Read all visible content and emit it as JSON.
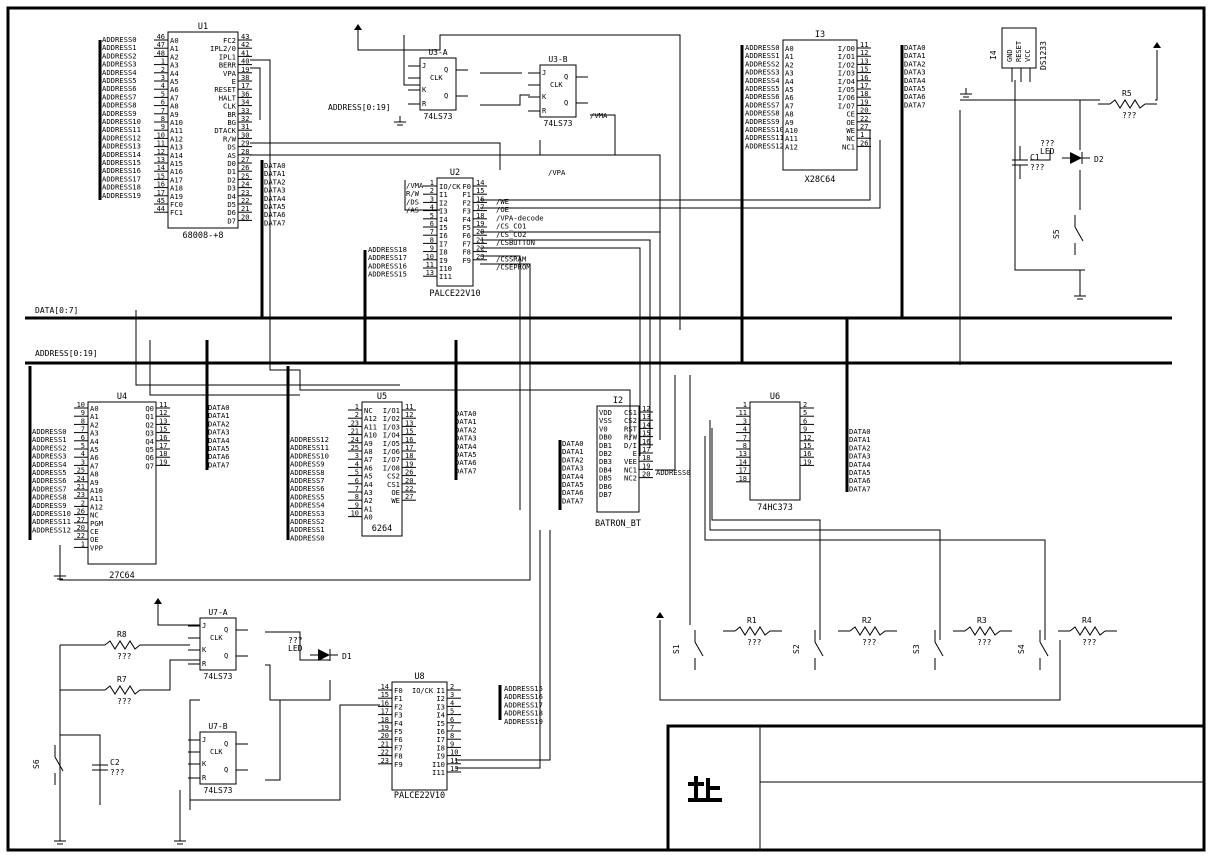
{
  "buses": {
    "data": "DATA[0:7]",
    "address": "ADDRESS[0:19]",
    "address_small": "ADDRESS[0:19]"
  },
  "chips": {
    "u1": {
      "ref": "U1",
      "part": "68008-+8",
      "left": [
        "A0",
        "A1",
        "A2",
        "A3",
        "A4",
        "A5",
        "A6",
        "A7",
        "A8",
        "A9",
        "A10",
        "A11",
        "A12",
        "A13",
        "A14",
        "A15",
        "A16",
        "A17",
        "A18",
        "A19",
        "FC0",
        "FC1"
      ],
      "left_pins": [
        "46",
        "47",
        "48",
        "1",
        "2",
        "3",
        "4",
        "5",
        "6",
        "7",
        "8",
        "9",
        "10",
        "11",
        "12",
        "13",
        "14",
        "15",
        "16",
        "17",
        "45",
        "44"
      ],
      "right": [
        "FC2",
        "IPL2/0",
        "IPL1",
        "BERR",
        "VPA",
        "E",
        "RESET",
        "HALT",
        "CLK",
        "BR",
        "BG",
        "DTACK",
        "R/W",
        "DS",
        "AS",
        "D0",
        "D1",
        "D2",
        "D3",
        "D4",
        "D5",
        "D6",
        "D7"
      ],
      "right_pins": [
        "43",
        "42",
        "41",
        "40",
        "19",
        "38",
        "17",
        "36",
        "34",
        "33",
        "32",
        "31",
        "30",
        "29",
        "28",
        "27",
        "26",
        "25",
        "24",
        "23",
        "22",
        "21",
        "20"
      ]
    },
    "u2": {
      "ref": "U2",
      "part": "PALCE22V10",
      "left": [
        "IO/CK",
        "I1",
        "I2",
        "I3",
        "I4",
        "I5",
        "I6",
        "I7",
        "I8",
        "I9",
        "I10",
        "I11"
      ],
      "left_pins": [
        "1",
        "2",
        "3",
        "4",
        "5",
        "6",
        "7",
        "8",
        "9",
        "10",
        "11",
        "13"
      ],
      "right": [
        "F0",
        "F1",
        "F2",
        "F3",
        "F4",
        "F5",
        "F6",
        "F7",
        "F8",
        "F9"
      ],
      "right_pins": [
        "14",
        "15",
        "16",
        "17",
        "18",
        "19",
        "20",
        "21",
        "22",
        "23"
      ]
    },
    "u3a": {
      "ref": "U3-A",
      "part": "74LS73",
      "pins": [
        "J",
        "CLK",
        "K",
        "R",
        "Q",
        "Q"
      ]
    },
    "u3b": {
      "ref": "U3-B",
      "part": "74LS73",
      "pins": [
        "J",
        "CLK",
        "K",
        "R",
        "Q",
        "Q"
      ]
    },
    "i3": {
      "ref": "I3",
      "part": "X28C64",
      "left": [
        "A0",
        "A1",
        "A2",
        "A3",
        "A4",
        "A5",
        "A6",
        "A7",
        "A8",
        "A9",
        "A10",
        "A11",
        "A12"
      ],
      "right": [
        "I/O0",
        "I/O1",
        "I/O2",
        "I/O3",
        "I/O4",
        "I/O5",
        "I/O6",
        "I/O7",
        "CE",
        "OE",
        "WE",
        "NC",
        "NC1"
      ],
      "right_pins": [
        "11",
        "12",
        "13",
        "15",
        "16",
        "17",
        "18",
        "19",
        "20",
        "22",
        "27",
        "1",
        "26"
      ]
    },
    "i4": {
      "ref": "I4",
      "part": "DS1233",
      "pins": [
        "GND",
        "RESET",
        "VCC"
      ]
    },
    "u4": {
      "ref": "U4",
      "part": "27C64",
      "left": [
        "A0",
        "A1",
        "A2",
        "A3",
        "A4",
        "A5",
        "A6",
        "A7",
        "A8",
        "A9",
        "A10",
        "A11",
        "A12",
        "NC",
        "PGM",
        "CE",
        "OE",
        "VPP"
      ],
      "left_pins": [
        "10",
        "9",
        "8",
        "7",
        "6",
        "5",
        "4",
        "3",
        "25",
        "24",
        "21",
        "23",
        "2",
        "26",
        "27",
        "20",
        "22",
        "1"
      ],
      "right": [
        "Q0",
        "Q1",
        "Q2",
        "Q3",
        "Q4",
        "Q5",
        "Q6",
        "Q7"
      ],
      "right_pins": [
        "11",
        "12",
        "13",
        "15",
        "16",
        "17",
        "18",
        "19"
      ]
    },
    "u5": {
      "ref": "U5",
      "part": "6264",
      "left": [
        "NC",
        "A12",
        "A11",
        "A10",
        "A9",
        "A8",
        "A7",
        "A6",
        "A5",
        "A4",
        "A3",
        "A2",
        "A1",
        "A0"
      ],
      "left_pins": [
        "1",
        "2",
        "23",
        "21",
        "24",
        "25",
        "3",
        "4",
        "5",
        "6",
        "7",
        "8",
        "9",
        "10"
      ],
      "right": [
        "I/O1",
        "I/O2",
        "I/O3",
        "I/O4",
        "I/O5",
        "I/O6",
        "I/O7",
        "I/O8",
        "CS2",
        "CS1",
        "OE",
        "WE"
      ],
      "right_pins": [
        "11",
        "12",
        "13",
        "15",
        "16",
        "17",
        "18",
        "19",
        "26",
        "20",
        "22",
        "27"
      ]
    },
    "i2": {
      "ref": "I2",
      "part": "BATRON_BT",
      "left": [
        "VDD",
        "VSS",
        "V0",
        "DB0",
        "DB1",
        "DB2",
        "DB3",
        "DB4",
        "DB5",
        "DB6",
        "DB7"
      ],
      "right": [
        "CS1",
        "CS2",
        "RST",
        "R/W",
        "D/I",
        "E",
        "VEE",
        "NC1",
        "NC2"
      ],
      "right_pins": [
        "12",
        "13",
        "14",
        "15",
        "16",
        "17",
        "18",
        "19",
        "20"
      ]
    },
    "u6": {
      "ref": "U6",
      "part": "74HC373",
      "left_pins": [
        "1",
        "11",
        "3",
        "4",
        "7",
        "8",
        "13",
        "14",
        "17",
        "18"
      ],
      "right_pins": [
        "2",
        "5",
        "6",
        "9",
        "12",
        "15",
        "16",
        "19"
      ]
    },
    "u7a": {
      "ref": "U7-A",
      "part": "74LS73",
      "pins": [
        "J",
        "CLK",
        "K",
        "R",
        "Q",
        "Q"
      ]
    },
    "u7b": {
      "ref": "U7-B",
      "part": "74LS73",
      "pins": [
        "J",
        "CLK",
        "K",
        "R",
        "Q",
        "Q"
      ]
    },
    "u8": {
      "ref": "U8",
      "part": "PALCE22V10",
      "left": [
        "F0",
        "F1",
        "F2",
        "F3",
        "F4",
        "F5",
        "F6",
        "F7",
        "F8",
        "F9"
      ],
      "left_pins": [
        "14",
        "15",
        "16",
        "17",
        "18",
        "19",
        "20",
        "21",
        "22",
        "23"
      ],
      "right": [
        "I1",
        "I2",
        "I3",
        "I4",
        "I5",
        "I6",
        "I7",
        "I8",
        "I9",
        "I10",
        "I11"
      ],
      "right_pins": [
        "2",
        "3",
        "4",
        "5",
        "6",
        "7",
        "8",
        "9",
        "10",
        "11",
        "13"
      ],
      "top": "IO/CK"
    }
  },
  "nets": {
    "address": [
      "ADDRESS0",
      "ADDRESS1",
      "ADDRESS2",
      "ADDRESS3",
      "ADDRESS4",
      "ADDRESS5",
      "ADDRESS6",
      "ADDRESS7",
      "ADDRESS8",
      "ADDRESS9",
      "ADDRESS10",
      "ADDRESS11",
      "ADDRESS12",
      "ADDRESS13",
      "ADDRESS14",
      "ADDRESS15",
      "ADDRESS16",
      "ADDRESS17",
      "ADDRESS18",
      "ADDRESS19"
    ],
    "data": [
      "DATA0",
      "DATA1",
      "DATA2",
      "DATA3",
      "DATA4",
      "DATA5",
      "DATA6",
      "DATA7"
    ],
    "u2_inputs": [
      "/VMA",
      "R/W",
      "/DS",
      "/AS"
    ],
    "u2_addr": [
      "ADDRESS18",
      "ADDRESS17",
      "ADDRESS16",
      "ADDRESS15"
    ],
    "u2_outputs": [
      "/WE",
      "/OE",
      "/VPA-decode",
      "/CS_CO1",
      "/CS_CO2",
      "/CSBUTTON",
      "",
      "/CSSRAM",
      "/CSEPROM"
    ],
    "u8_addr": [
      "ADDRESS15",
      "ADDRESS16",
      "ADDRESS17",
      "ADDRESS18",
      "ADDRESS19"
    ],
    "vma": "/VMA",
    "vpa": "/VPA",
    "address0": "ADDRESS0",
    "u4_addr": [
      "ADDRESS0",
      "ADDRESS1",
      "ADDRESS2",
      "ADDRESS3",
      "ADDRESS4",
      "ADDRESS5",
      "ADDRESS6",
      "ADDRESS7",
      "ADDRESS8",
      "ADDRESS9",
      "ADDRESS10",
      "ADDRESS11",
      "ADDRESS12"
    ],
    "u5_addr": [
      "ADDRESS12",
      "ADDRESS11",
      "ADDRESS10",
      "ADDRESS9",
      "ADDRESS8",
      "ADDRESS7",
      "ADDRESS6",
      "ADDRESS5",
      "ADDRESS4",
      "ADDRESS3",
      "ADDRESS2",
      "ADDRESS1",
      "ADDRESS0"
    ]
  },
  "passives": {
    "r1": {
      "ref": "R1",
      "value": "???"
    },
    "r2": {
      "ref": "R2",
      "value": "???"
    },
    "r3": {
      "ref": "R3",
      "value": "???"
    },
    "r4": {
      "ref": "R4",
      "value": "???"
    },
    "r5": {
      "ref": "R5",
      "value": "???"
    },
    "r7": {
      "ref": "R7",
      "value": "???"
    },
    "r8": {
      "ref": "R8",
      "value": "???"
    },
    "c1": {
      "ref": "C1",
      "value": "???"
    },
    "c2": {
      "ref": "C2",
      "value": "???"
    },
    "d1": {
      "ref": "D1",
      "label": "LED",
      "value": "???"
    },
    "d2": {
      "ref": "D2",
      "label": "LED",
      "value": "???"
    },
    "s1": "S1",
    "s2": "S2",
    "s3": "S3",
    "s4": "S4",
    "s5": "S5",
    "s6": "S6"
  },
  "title_block": {
    "logo": "Logo"
  }
}
